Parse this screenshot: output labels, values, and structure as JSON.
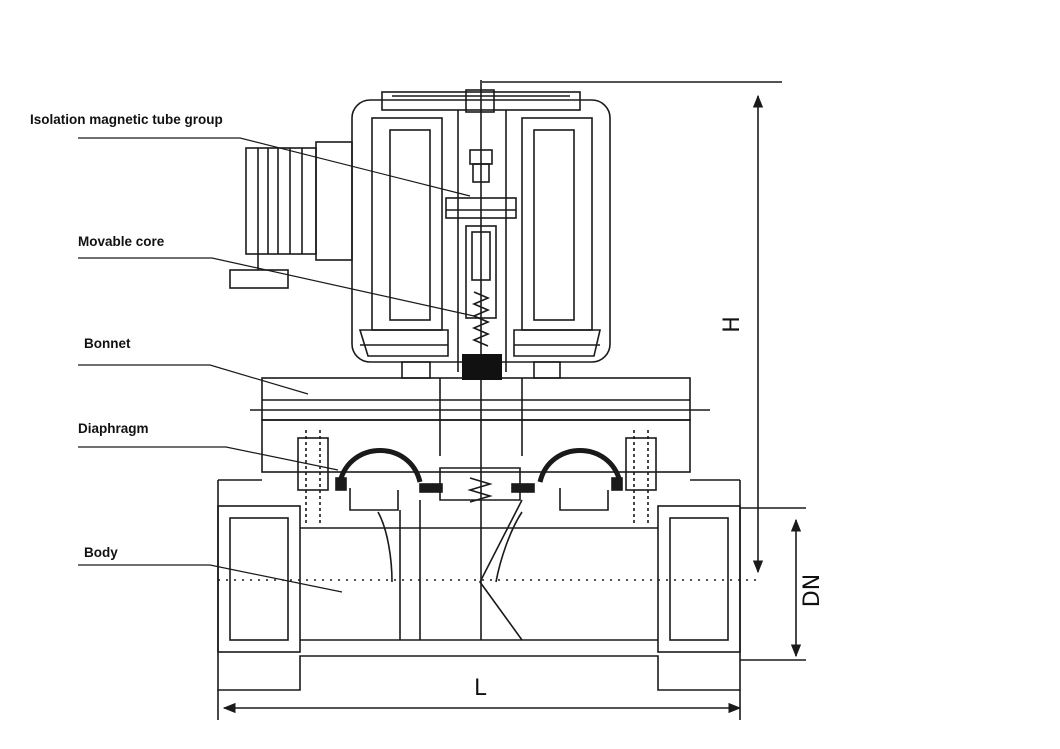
{
  "labels": {
    "isolation": "Isolation magnetic tube group",
    "movable_core": "Movable core",
    "bonnet": "Bonnet",
    "diaphragm": "Diaphragm",
    "body": "Body"
  },
  "dimensions": {
    "height": "H",
    "nominal_diameter": "DN",
    "length": "L"
  },
  "colors": {
    "line": "#1a1a1a",
    "background": "#ffffff"
  }
}
